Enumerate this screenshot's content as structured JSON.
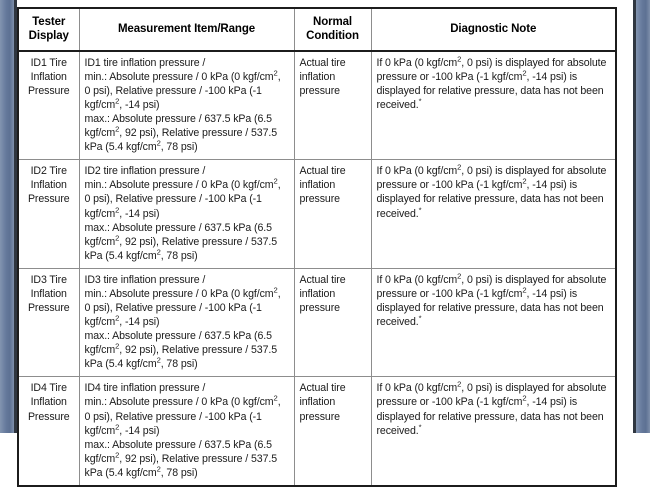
{
  "document": {
    "table": {
      "headers": [
        "Tester\nDisplay",
        "Measurement Item/Range",
        "Normal\nCondition",
        "Diagnostic Note"
      ],
      "header_tester_display_line1": "Tester",
      "header_tester_display_line2": "Display",
      "header_measurement": "Measurement Item/Range",
      "header_normal_line1": "Normal",
      "header_normal_line2": "Condition",
      "header_diagnostic": "Diagnostic Note",
      "rows": [
        {
          "tester_display_line1": "ID1 Tire",
          "tester_display_line2": "Inflation",
          "tester_display_line3": "Pressure",
          "measurement": {
            "title": "ID1 tire inflation pressure /",
            "min_prefix": "min.: Absolute pressure / 0 kPa (0 kgf/cm",
            "min_sup": "2",
            "min_mid": ", 0 psi), Relative pressure / -100 kPa (-1 kgf/cm",
            "min_sup2": "2",
            "min_suffix": ", -14 psi)",
            "max_prefix": "max.: Absolute pressure / 637.5 kPa (6.5 kgf/cm",
            "max_sup": "2",
            "max_mid": ", 92 psi), Relative pressure / 537.5 kPa (5.4 kgf/cm",
            "max_sup2": "2",
            "max_suffix": ", 78 psi)"
          },
          "normal_condition": "Actual tire inflation pressure",
          "note": {
            "part1": "If 0 kPa (0 kgf/cm",
            "sup1": "2",
            "part2": ", 0 psi) is displayed for absolute pressure or -100 kPa (-1 kgf/cm",
            "sup2": "2",
            "part3": ", -14 psi) is displayed for relative pressure, data has not been received.",
            "footnote_mark": "*"
          }
        },
        {
          "tester_display_line1": "ID2 Tire",
          "tester_display_line2": "Inflation",
          "tester_display_line3": "Pressure",
          "measurement": {
            "title": "ID2 tire inflation pressure /",
            "min_prefix": "min.: Absolute pressure / 0 kPa (0 kgf/cm",
            "min_sup": "2",
            "min_mid": ", 0 psi), Relative pressure / -100 kPa (-1 kgf/cm",
            "min_sup2": "2",
            "min_suffix": ", -14 psi)",
            "max_prefix": "max.: Absolute pressure / 637.5 kPa (6.5 kgf/cm",
            "max_sup": "2",
            "max_mid": ", 92 psi), Relative pressure / 537.5 kPa (5.4 kgf/cm",
            "max_sup2": "2",
            "max_suffix": ", 78 psi)"
          },
          "normal_condition": "Actual tire inflation pressure",
          "note": {
            "part1": "If 0 kPa (0 kgf/cm",
            "sup1": "2",
            "part2": ", 0 psi) is displayed for absolute pressure or -100 kPa (-1 kgf/cm",
            "sup2": "2",
            "part3": ", -14 psi) is displayed for relative pressure, data has not been received.",
            "footnote_mark": "*"
          }
        },
        {
          "tester_display_line1": "ID3 Tire",
          "tester_display_line2": "Inflation",
          "tester_display_line3": "Pressure",
          "measurement": {
            "title": "ID3 tire inflation pressure /",
            "min_prefix": "min.: Absolute pressure / 0 kPa (0 kgf/cm",
            "min_sup": "2",
            "min_mid": ", 0 psi), Relative pressure / -100 kPa (-1 kgf/cm",
            "min_sup2": "2",
            "min_suffix": ", -14 psi)",
            "max_prefix": "max.: Absolute pressure / 637.5 kPa (6.5 kgf/cm",
            "max_sup": "2",
            "max_mid": ", 92 psi), Relative pressure / 537.5 kPa (5.4 kgf/cm",
            "max_sup2": "2",
            "max_suffix": ", 78 psi)"
          },
          "normal_condition": "Actual tire inflation pressure",
          "note": {
            "part1": "If 0 kPa (0 kgf/cm",
            "sup1": "2",
            "part2": ", 0 psi) is displayed for absolute pressure or -100 kPa (-1 kgf/cm",
            "sup2": "2",
            "part3": ", -14 psi) is displayed for relative pressure, data has not been received.",
            "footnote_mark": "*"
          }
        },
        {
          "tester_display_line1": "ID4 Tire",
          "tester_display_line2": "Inflation",
          "tester_display_line3": "Pressure",
          "measurement": {
            "title": "ID4 tire inflation pressure /",
            "min_prefix": "min.: Absolute pressure / 0 kPa (0 kgf/cm",
            "min_sup": "2",
            "min_mid": ", 0 psi), Relative pressure / -100 kPa (-1 kgf/cm",
            "min_sup2": "2",
            "min_suffix": ", -14 psi)",
            "max_prefix": "max.: Absolute pressure / 637.5 kPa (6.5 kgf/cm",
            "max_sup": "2",
            "max_mid": ", 92 psi), Relative pressure / 537.5 kPa (5.4 kgf/cm",
            "max_sup2": "2",
            "max_suffix": ", 78 psi)"
          },
          "normal_condition": "Actual tire inflation pressure",
          "note": {
            "part1": "If 0 kPa (0 kgf/cm",
            "sup1": "2",
            "part2": ", 0 psi) is displayed for absolute pressure or -100 kPa (-1 kgf/cm",
            "sup2": "2",
            "part3": ", -14 psi) is displayed for relative pressure, data has not been received.",
            "footnote_mark": "*"
          }
        }
      ]
    }
  },
  "colors": {
    "viewer_band": "#64789b",
    "page_background": "#ffffff",
    "table_outer_border": "#1c1c1c",
    "table_inner_border": "#8d8d8d",
    "text": "#1a1a1a"
  }
}
